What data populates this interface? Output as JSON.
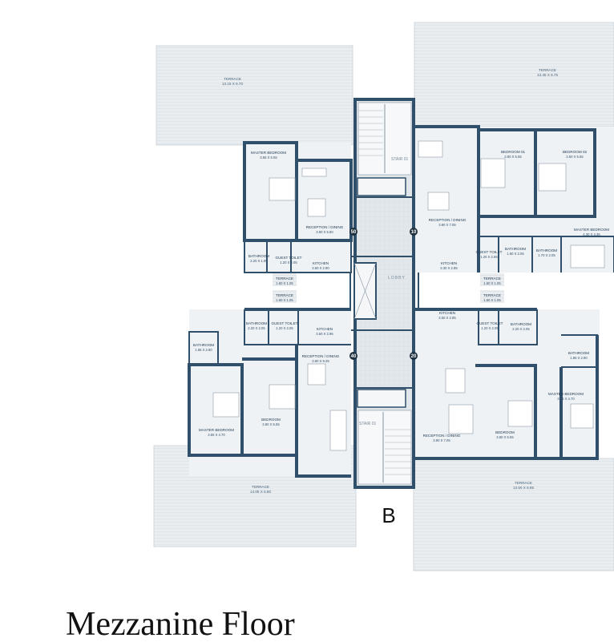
{
  "block": "B",
  "floor_title": "Mezzanine Floor",
  "core": {
    "lobby": "LOBBY",
    "stair_top": "STAIR 01",
    "stair_bottom": "STAIR 01"
  },
  "flat_numbers": {
    "nw": "50",
    "ne": "10",
    "sw": "40",
    "se": "20"
  },
  "terraces": {
    "nw": {
      "name": "TERRACE",
      "dim": "13.15 X 6.70"
    },
    "ne": {
      "name": "TERRACE",
      "dim": "13.45 X 6.75"
    },
    "sw": {
      "name": "TERRACE",
      "dim": "14.05 X 6.90"
    },
    "se": {
      "name": "TERRACE",
      "dim": "13.50 X 6.85"
    },
    "mid_left_top": {
      "name": "TERRACE",
      "dim": "1.60 X 1.05"
    },
    "mid_left_bottom": {
      "name": "TERRACE",
      "dim": "1.60 X 1.05"
    },
    "mid_right_top": {
      "name": "TERRACE",
      "dim": "1.60 X 1.05"
    },
    "mid_right_bottom": {
      "name": "TERRACE",
      "dim": "1.60 X 1.05"
    }
  },
  "rooms": {
    "nw_master": {
      "name": "MASTER BEDROOM",
      "dim": "3.65 X 5.55"
    },
    "nw_reception": {
      "name": "RECEPTION / DINING",
      "dim": "3.90 X 5.80"
    },
    "nw_bathroom": {
      "name": "BATHROOM",
      "dim": "2.20 X 1.95"
    },
    "nw_guest_toilet": {
      "name": "GUEST TOILET",
      "dim": "1.20 X 2.05"
    },
    "nw_kitchen": {
      "name": "KITCHEN",
      "dim": "3.50 X 2.90"
    },
    "ne_reception": {
      "name": "RECEPTION / DINING",
      "dim": "3.90 X 7.05"
    },
    "ne_bedroom1": {
      "name": "BEDROOM 01",
      "dim": "3.80 X 5.55"
    },
    "ne_bedroom2": {
      "name": "BEDROOM 02",
      "dim": "3.50 X 5.55"
    },
    "ne_master": {
      "name": "MASTER BEDROOM",
      "dim": "4.30 X 3.35"
    },
    "ne_kitchen": {
      "name": "KITCHEN",
      "dim": "3.30 X 2.85"
    },
    "ne_guest_toilet": {
      "name": "GUEST TOILET",
      "dim": "1.20 X 2.65"
    },
    "ne_bathroom1": {
      "name": "BATHROOM",
      "dim": "1.60 X 2.05"
    },
    "ne_bathroom2": {
      "name": "BATHROOM",
      "dim": "1.70 X 2.05"
    },
    "sw_bathroom1": {
      "name": "BATHROOM",
      "dim": "2.20 X 2.05"
    },
    "sw_guest_toilet": {
      "name": "GUEST TOILET",
      "dim": "1.20 X 2.05"
    },
    "sw_kitchen": {
      "name": "KITCHEN",
      "dim": "3.50 X 2.95"
    },
    "sw_bathroom2": {
      "name": "BATHROOM",
      "dim": "1.85 X 2.80"
    },
    "sw_reception": {
      "name": "RECEPTION / DINING",
      "dim": "3.80 X 9.25"
    },
    "sw_master": {
      "name": "MASTER BEDROOM",
      "dim": "3.55 X 4.70"
    },
    "sw_bedroom": {
      "name": "BEDROOM",
      "dim": "3.80 X 5.55"
    },
    "se_kitchen": {
      "name": "KITCHEN",
      "dim": "3.50 X 2.85"
    },
    "se_guest_toilet": {
      "name": "GUEST TOILET",
      "dim": "1.20 X 2.05"
    },
    "se_bathroom1": {
      "name": "BATHROOM",
      "dim": "2.20 X 2.05"
    },
    "se_bathroom2": {
      "name": "BATHROOM",
      "dim": "1.85 X 2.80"
    },
    "se_master": {
      "name": "MASTER BEDROOM",
      "dim": "3.55 X 4.70"
    },
    "se_bedroom": {
      "name": "BEDROOM",
      "dim": "3.80 X 5.55"
    },
    "se_reception": {
      "name": "RECEPTION / DINING",
      "dim": "3.90 X 7.05"
    }
  },
  "colors": {
    "wall": "#2f4f6b",
    "room_fill": "#eef2f5",
    "terrace_fill": "#eaeef1",
    "core_fill": "#e3e7ea",
    "title": "#111111"
  }
}
